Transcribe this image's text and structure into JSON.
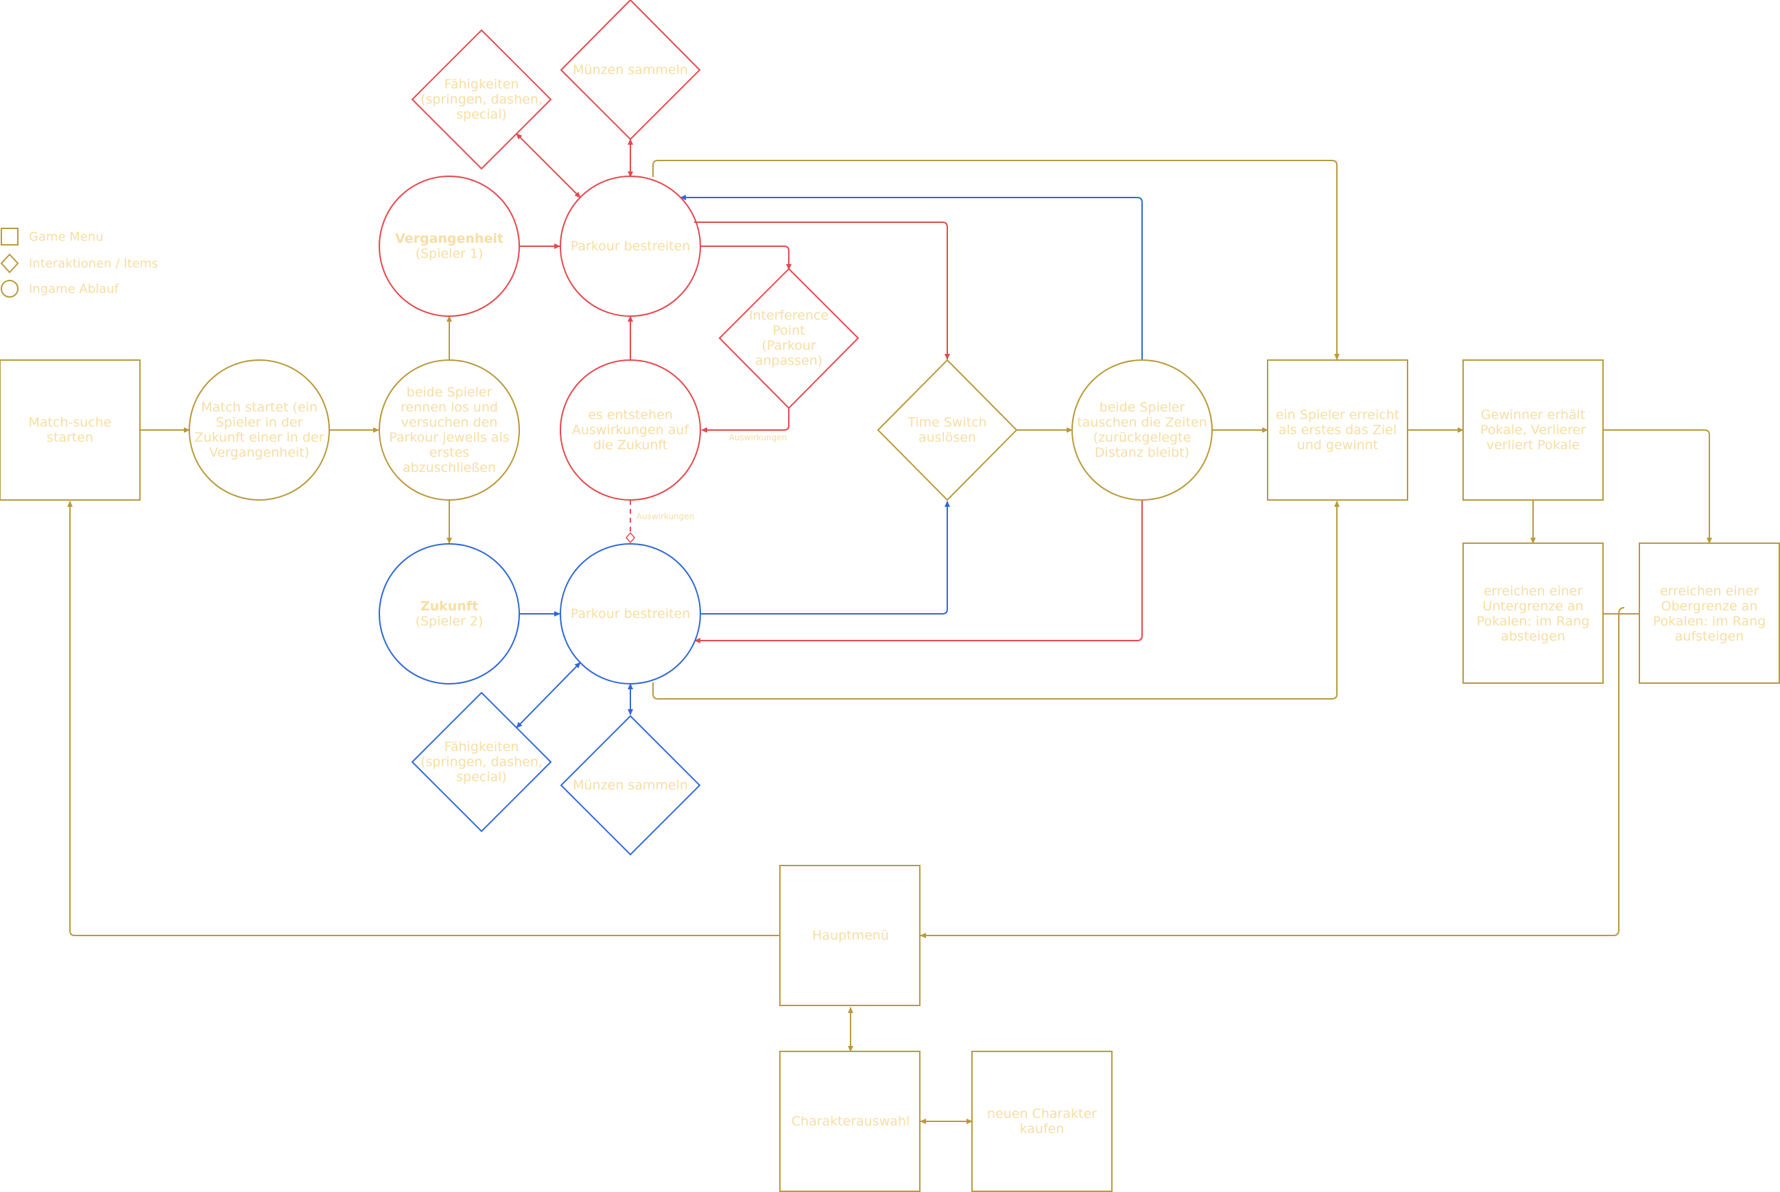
{
  "colors": {
    "gold": "#b89a3c",
    "red": "#e5484d",
    "blue": "#2f68d8",
    "label": "#f6dea4"
  },
  "legend": {
    "game_menu": "Game Menu",
    "interactions": "Interaktionen / Items",
    "ingame": "Ingame Ablauf"
  },
  "nodes": {
    "match_search": [
      "Match-suche",
      "starten"
    ],
    "match_starts": [
      "Match startet (ein",
      "Spieler in der",
      "Zukunft einer in der",
      "Vergangenheit)"
    ],
    "both_run": [
      "beide Spieler",
      "rennen los und",
      "versuchen den",
      "Parkour jeweils als",
      "erstes",
      "abzuschließen"
    ],
    "past_title": "Vergangenheit",
    "past_sub": "(Spieler 1)",
    "future_title": "Zukunft",
    "future_sub": "(Spieler 2)",
    "parkour_past": "Parkour bestreiten",
    "parkour_future": "Parkour bestreiten",
    "skills_past": [
      "Fähigkeiten",
      "(springen, dashen,",
      "special)"
    ],
    "skills_future": [
      "Fähigkeiten",
      "(springen, dashen,",
      "special)"
    ],
    "coins_past": "Münzen sammeln",
    "coins_future": "Münzen sammeln",
    "interference": [
      "Interference",
      "Point",
      "(Parkour",
      "anpassen)"
    ],
    "consequences": [
      "es entstehen",
      "Auswirkungen auf",
      "die Zukunft"
    ],
    "time_switch": [
      "Time Switch",
      "auslösen"
    ],
    "swap_times": [
      "beide Spieler",
      "tauschen die Zeiten",
      "(zurückgelegte",
      "Distanz bleibt)"
    ],
    "winner_reached": [
      "ein Spieler erreicht",
      "als erstes das Ziel",
      "und gewinnt"
    ],
    "trophies": [
      "Gewinner erhält",
      "Pokale, Verlierer",
      "verliert Pokale"
    ],
    "rank_down": [
      "erreichen einer",
      "Untergrenze an",
      "Pokalen: im Rang",
      "absteigen"
    ],
    "rank_up": [
      "erreichen einer",
      "Obergrenze an",
      "Pokalen: im Rang",
      "aufsteigen"
    ],
    "main_menu": "Hauptmenü",
    "char_select": "Charakterauswahl",
    "buy_char": [
      "neuen Charakter",
      "kaufen"
    ]
  },
  "edge_labels": {
    "interference_out": "Auswirkungen",
    "consequence_link": "Auswirkungen"
  }
}
